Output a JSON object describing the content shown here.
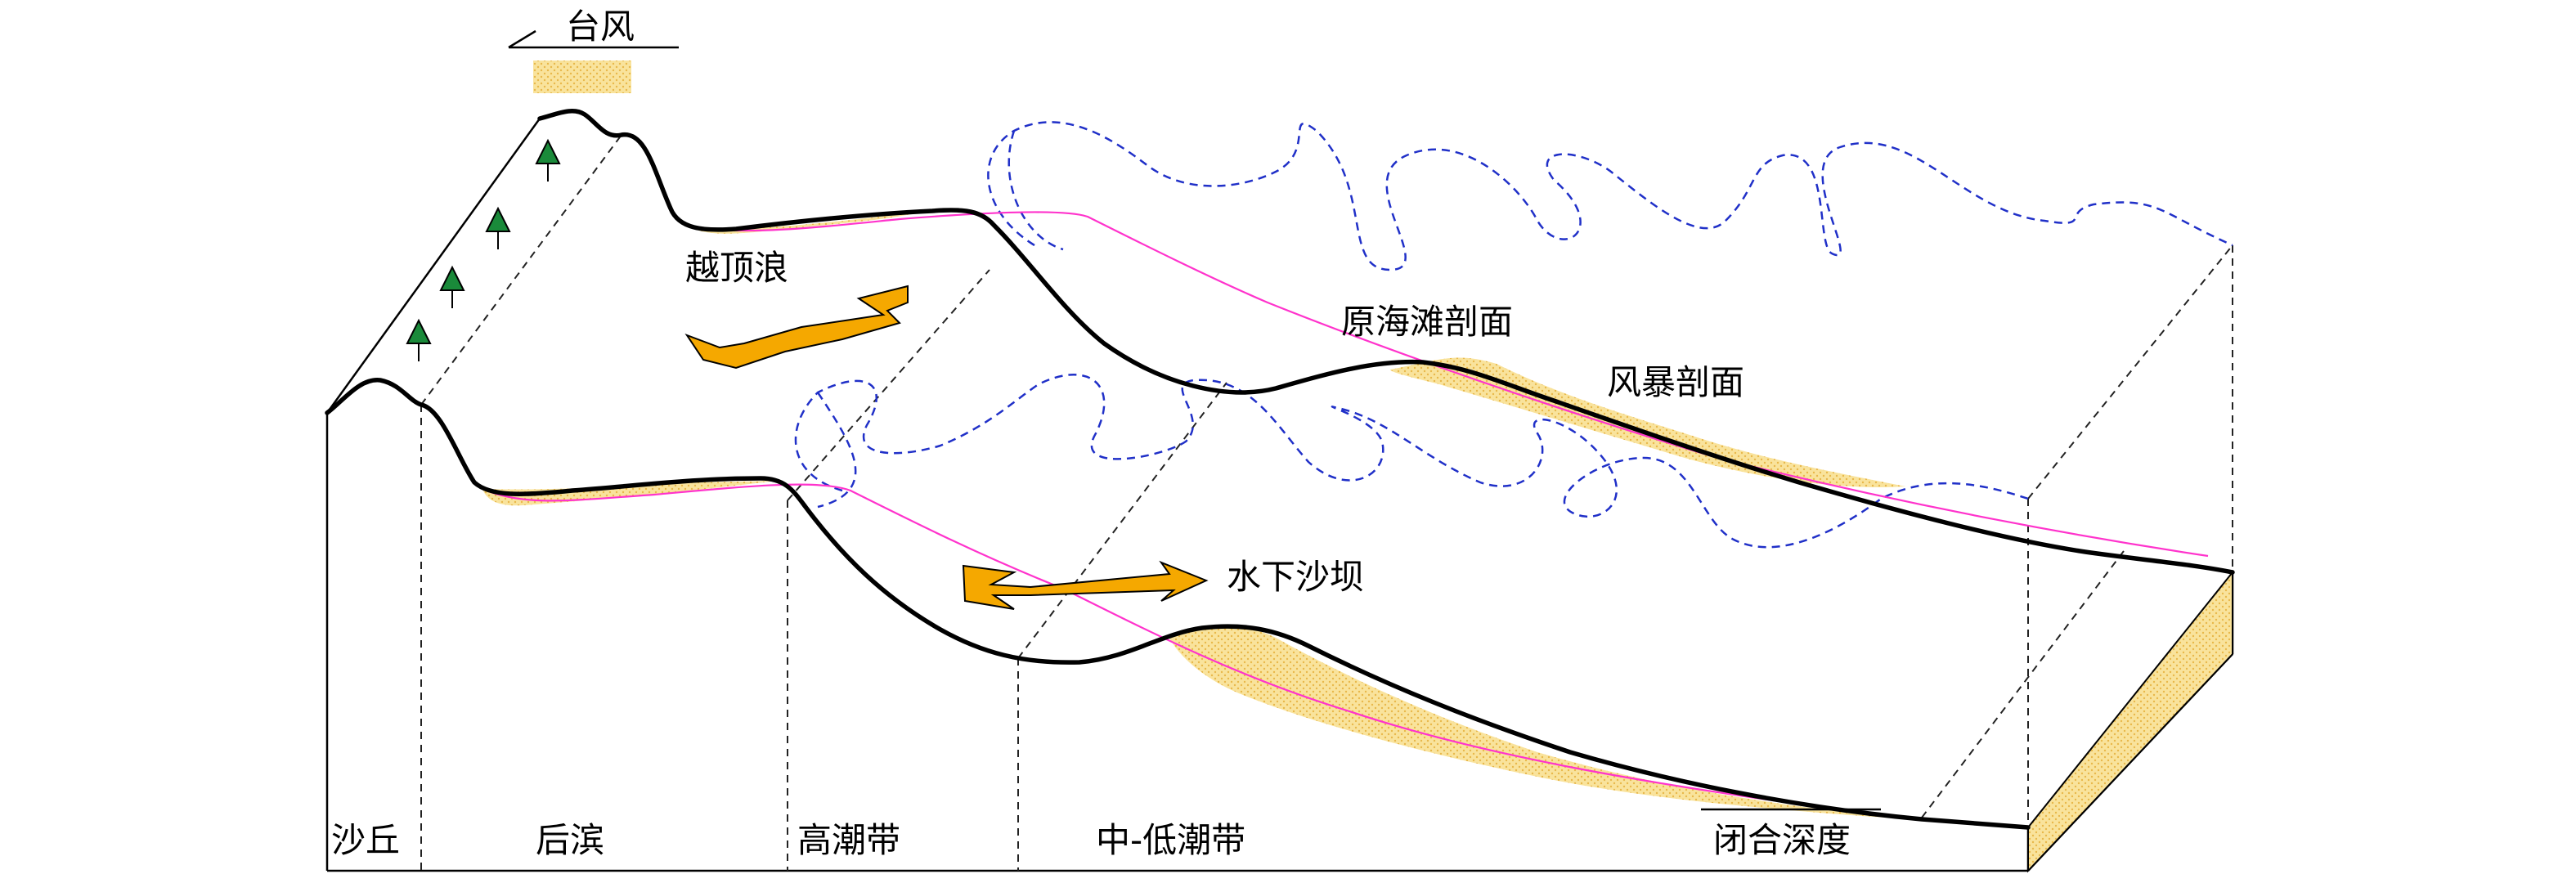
{
  "labels": {
    "typhoon": "台风",
    "overwash": "越顶浪",
    "original_profile": "原海滩剖面",
    "storm_profile": "风暴剖面",
    "submerged_bar": "水下沙坝",
    "closure_depth": "闭合深度"
  },
  "zones": [
    {
      "id": "dune",
      "label": "沙丘"
    },
    {
      "id": "backshore",
      "label": "后滨"
    },
    {
      "id": "high_tide",
      "label": "高潮带"
    },
    {
      "id": "mid_low_tide",
      "label": "中-低潮带"
    }
  ],
  "colors": {
    "profile_line": "#000000",
    "original_profile": "#ff33cc",
    "sediment_fill": "#f7dc8c",
    "arrow_fill": "#f5a800",
    "wave_dash": "#2030c8",
    "tree": "#1a8a3a"
  }
}
